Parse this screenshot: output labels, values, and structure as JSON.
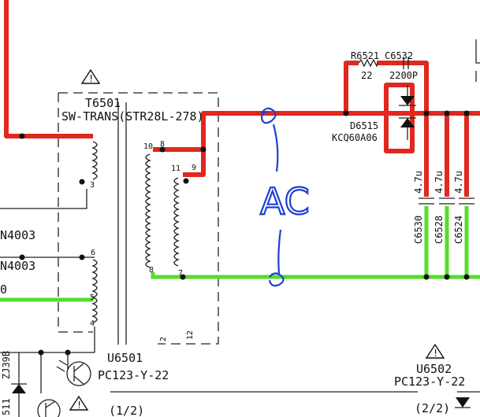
{
  "labels": {
    "transformer_ref": "T6501",
    "transformer_desc": "SW-TRANS(STR28L-278)",
    "resistor_ref": "R6521",
    "resistor_val": "22",
    "cap_top_ref": "C6532",
    "cap_top_val": "2200P",
    "diode_ref": "D6515",
    "diode_part": "KCQ60A06",
    "cap_val_1": "4.7u",
    "cap_val_2": "4.7u",
    "cap_val_3": "4.7u",
    "cap_ref_1": "C6530",
    "cap_ref_2": "C6528",
    "cap_ref_3": "C6524",
    "net_1": "N4003",
    "net_2": "N4003",
    "net_3": "0",
    "opto_1_ref": "U6501",
    "opto_1_part": "PC123-Y-22",
    "opto_2_ref": "U6502",
    "opto_2_part": "PC123-Y-22",
    "zener_ref": "ZJ39B",
    "zener_num": "511",
    "page_1": "(1/2)",
    "page_2": "(2/2)",
    "pin_10": "10",
    "pin_8": "8",
    "pin_11": "11",
    "pin_9": "9",
    "pin_3": "3",
    "pin_6": "6",
    "pin_5": "5",
    "pin_4": "4",
    "pin_2": "2",
    "pin_12": "12",
    "pin_8b": "8",
    "pin_7": "7"
  },
  "annotation": {
    "text": "AC",
    "color": "#1d3fd6"
  },
  "colors": {
    "highlight_red": "#e0281e",
    "highlight_green": "#55dd2a",
    "annotation_blue": "#1d3fd6"
  }
}
